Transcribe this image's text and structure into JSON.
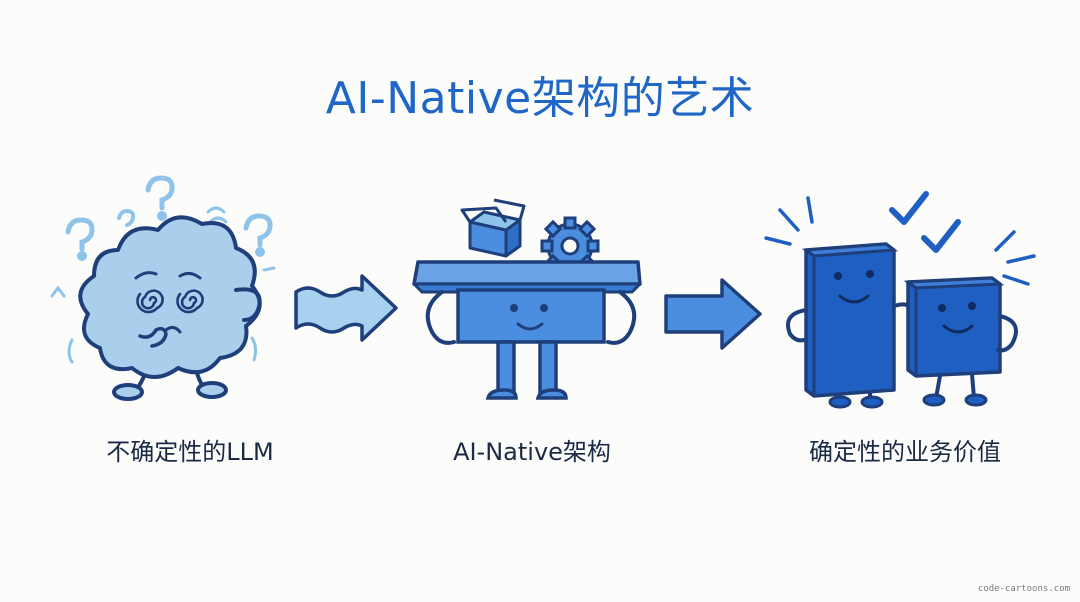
{
  "title": "AI-Native架构的艺术",
  "stages": [
    {
      "label": "不确定性的LLM"
    },
    {
      "label": "AI-Native架构"
    },
    {
      "label": "确定性的业务价值"
    }
  ],
  "watermark": "code-cartoons.com",
  "colors": {
    "title": "#1f66c6",
    "outline": "#1e3f7a",
    "cloud_fill": "#a9cfec",
    "table_fill": "#4b8ee0",
    "block_fill": "#1f5fc2",
    "arrow_light": "#a8d1ef",
    "arrow_mid": "#4b8ee0"
  },
  "icons": [
    "question-mark-icon",
    "spiral-eye-icon",
    "box-icon",
    "gear-icon",
    "checkmark-icon"
  ]
}
